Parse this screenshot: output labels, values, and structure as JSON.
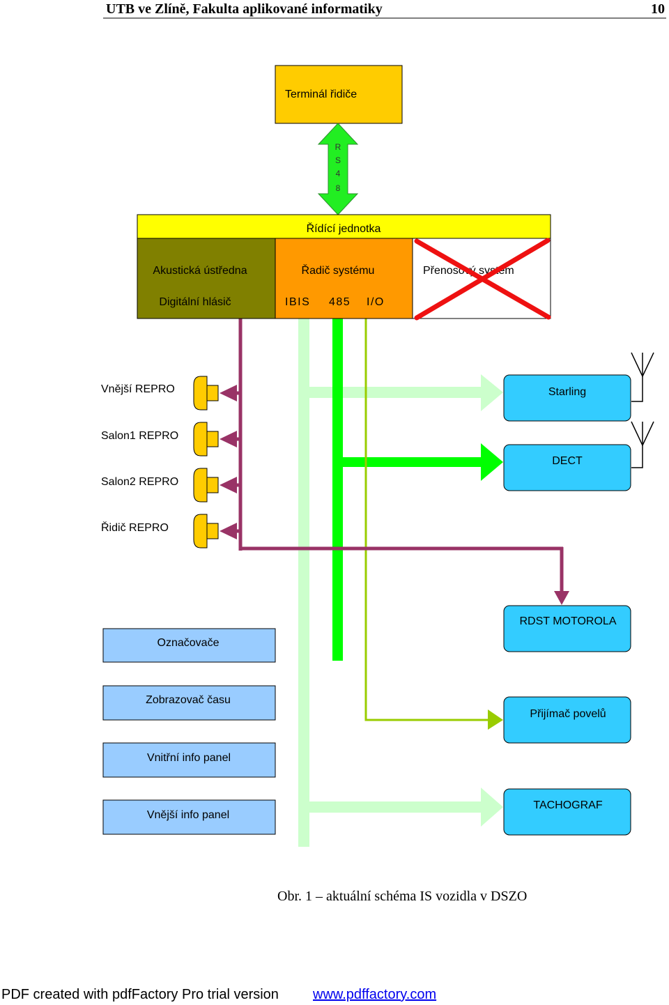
{
  "header": {
    "title": "UTB ve Zlíně, Fakulta aplikované informatiky",
    "page_number": "10"
  },
  "diagram": {
    "terminal": "Terminál řidiče",
    "rs485_label": [
      "R",
      "S",
      "4",
      "8"
    ],
    "control_unit": "Řídící jednotka",
    "acoustic_unit": {
      "line1": "Akustická ústředna",
      "line2": "Digitální hlásič"
    },
    "system_controller": {
      "line1": "Řadič systému",
      "line2": [
        "IBIS",
        "485",
        "I/O"
      ]
    },
    "transfer_system": "Přenosový systém",
    "speakers": [
      "Vnější REPRO",
      "Salon1 REPRO",
      "Salon2 REPRO",
      "Řidič REPRO"
    ],
    "right_devices": [
      "Starling",
      "DECT",
      "RDST MOTOROLA",
      "Přijímač povelů",
      "TACHOGRAF"
    ],
    "left_devices": [
      "Označovače",
      "Zobrazovač času",
      "Vnitřní info panel",
      "Vnější info panel"
    ],
    "colors": {
      "terminal": "#FFCC00",
      "rs485_link": "#22EE22",
      "control_unit": "#FFFF00",
      "acoustic_unit": "#808000",
      "system_controller": "#FF9900",
      "transfer_system": "#FFFFFF",
      "cross_out": "#EE1111",
      "audio_bus": "#993366",
      "ibis_bus": "#CCFFCC",
      "rs485_bus": "#00FF00",
      "io_line": "#99CC00",
      "speaker": "#FFCC00",
      "right_device": "#33CCFF",
      "left_device": "#99CCFF"
    }
  },
  "caption": "Obr. 1 – aktuální schéma IS vozidla v DSZO",
  "footer": {
    "text": "PDF created with pdfFactory Pro trial version",
    "link": "www.pdffactory.com"
  }
}
